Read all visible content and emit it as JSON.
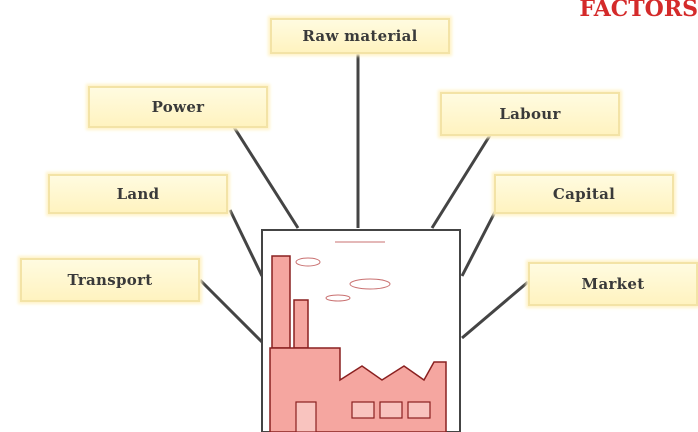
{
  "heading": "FACTORS",
  "factors": {
    "raw_material": "Raw material",
    "power": "Power",
    "labour": "Labour",
    "land": "Land",
    "capital": "Capital",
    "transport": "Transport",
    "market": "Market"
  },
  "colors": {
    "heading": "#d42a2a",
    "factory_fill": "#f5a6a0",
    "factory_outline": "#8a2020",
    "label_bg": "#fff8d2",
    "label_border": "#f3e3a6",
    "connector": "#444444"
  }
}
